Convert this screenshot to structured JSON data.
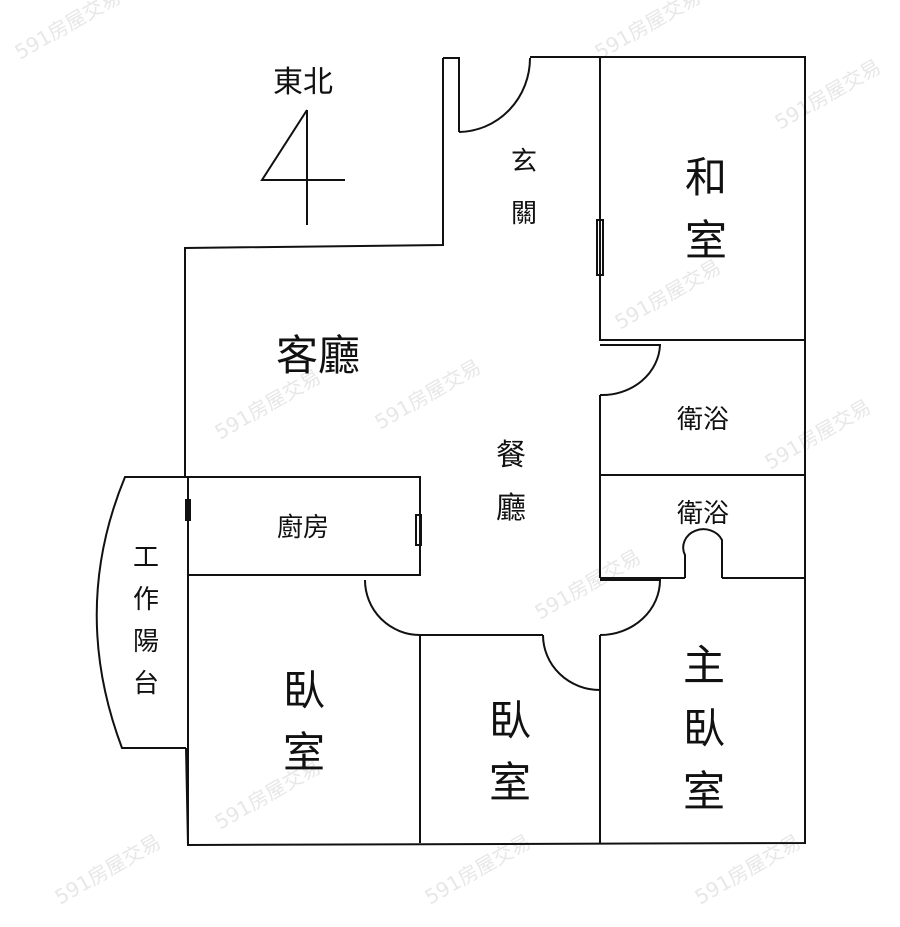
{
  "compass": {
    "label": "東北"
  },
  "watermark": "591房屋交易",
  "rooms": {
    "entrance": [
      "玄",
      "關"
    ],
    "japanese_room": [
      "和",
      "室"
    ],
    "living_room": "客廳",
    "dining_room": [
      "餐",
      "廳"
    ],
    "bathroom_1": "衛浴",
    "bathroom_2": "衛浴",
    "kitchen": "廚房",
    "utility_balcony": [
      "工",
      "作",
      "陽",
      "台"
    ],
    "bedroom_1": [
      "臥",
      "室"
    ],
    "bedroom_2": [
      "臥",
      "室"
    ],
    "master_bedroom": [
      "主",
      "臥",
      "室"
    ]
  },
  "colors": {
    "line": "#111111",
    "background": "#ffffff"
  }
}
